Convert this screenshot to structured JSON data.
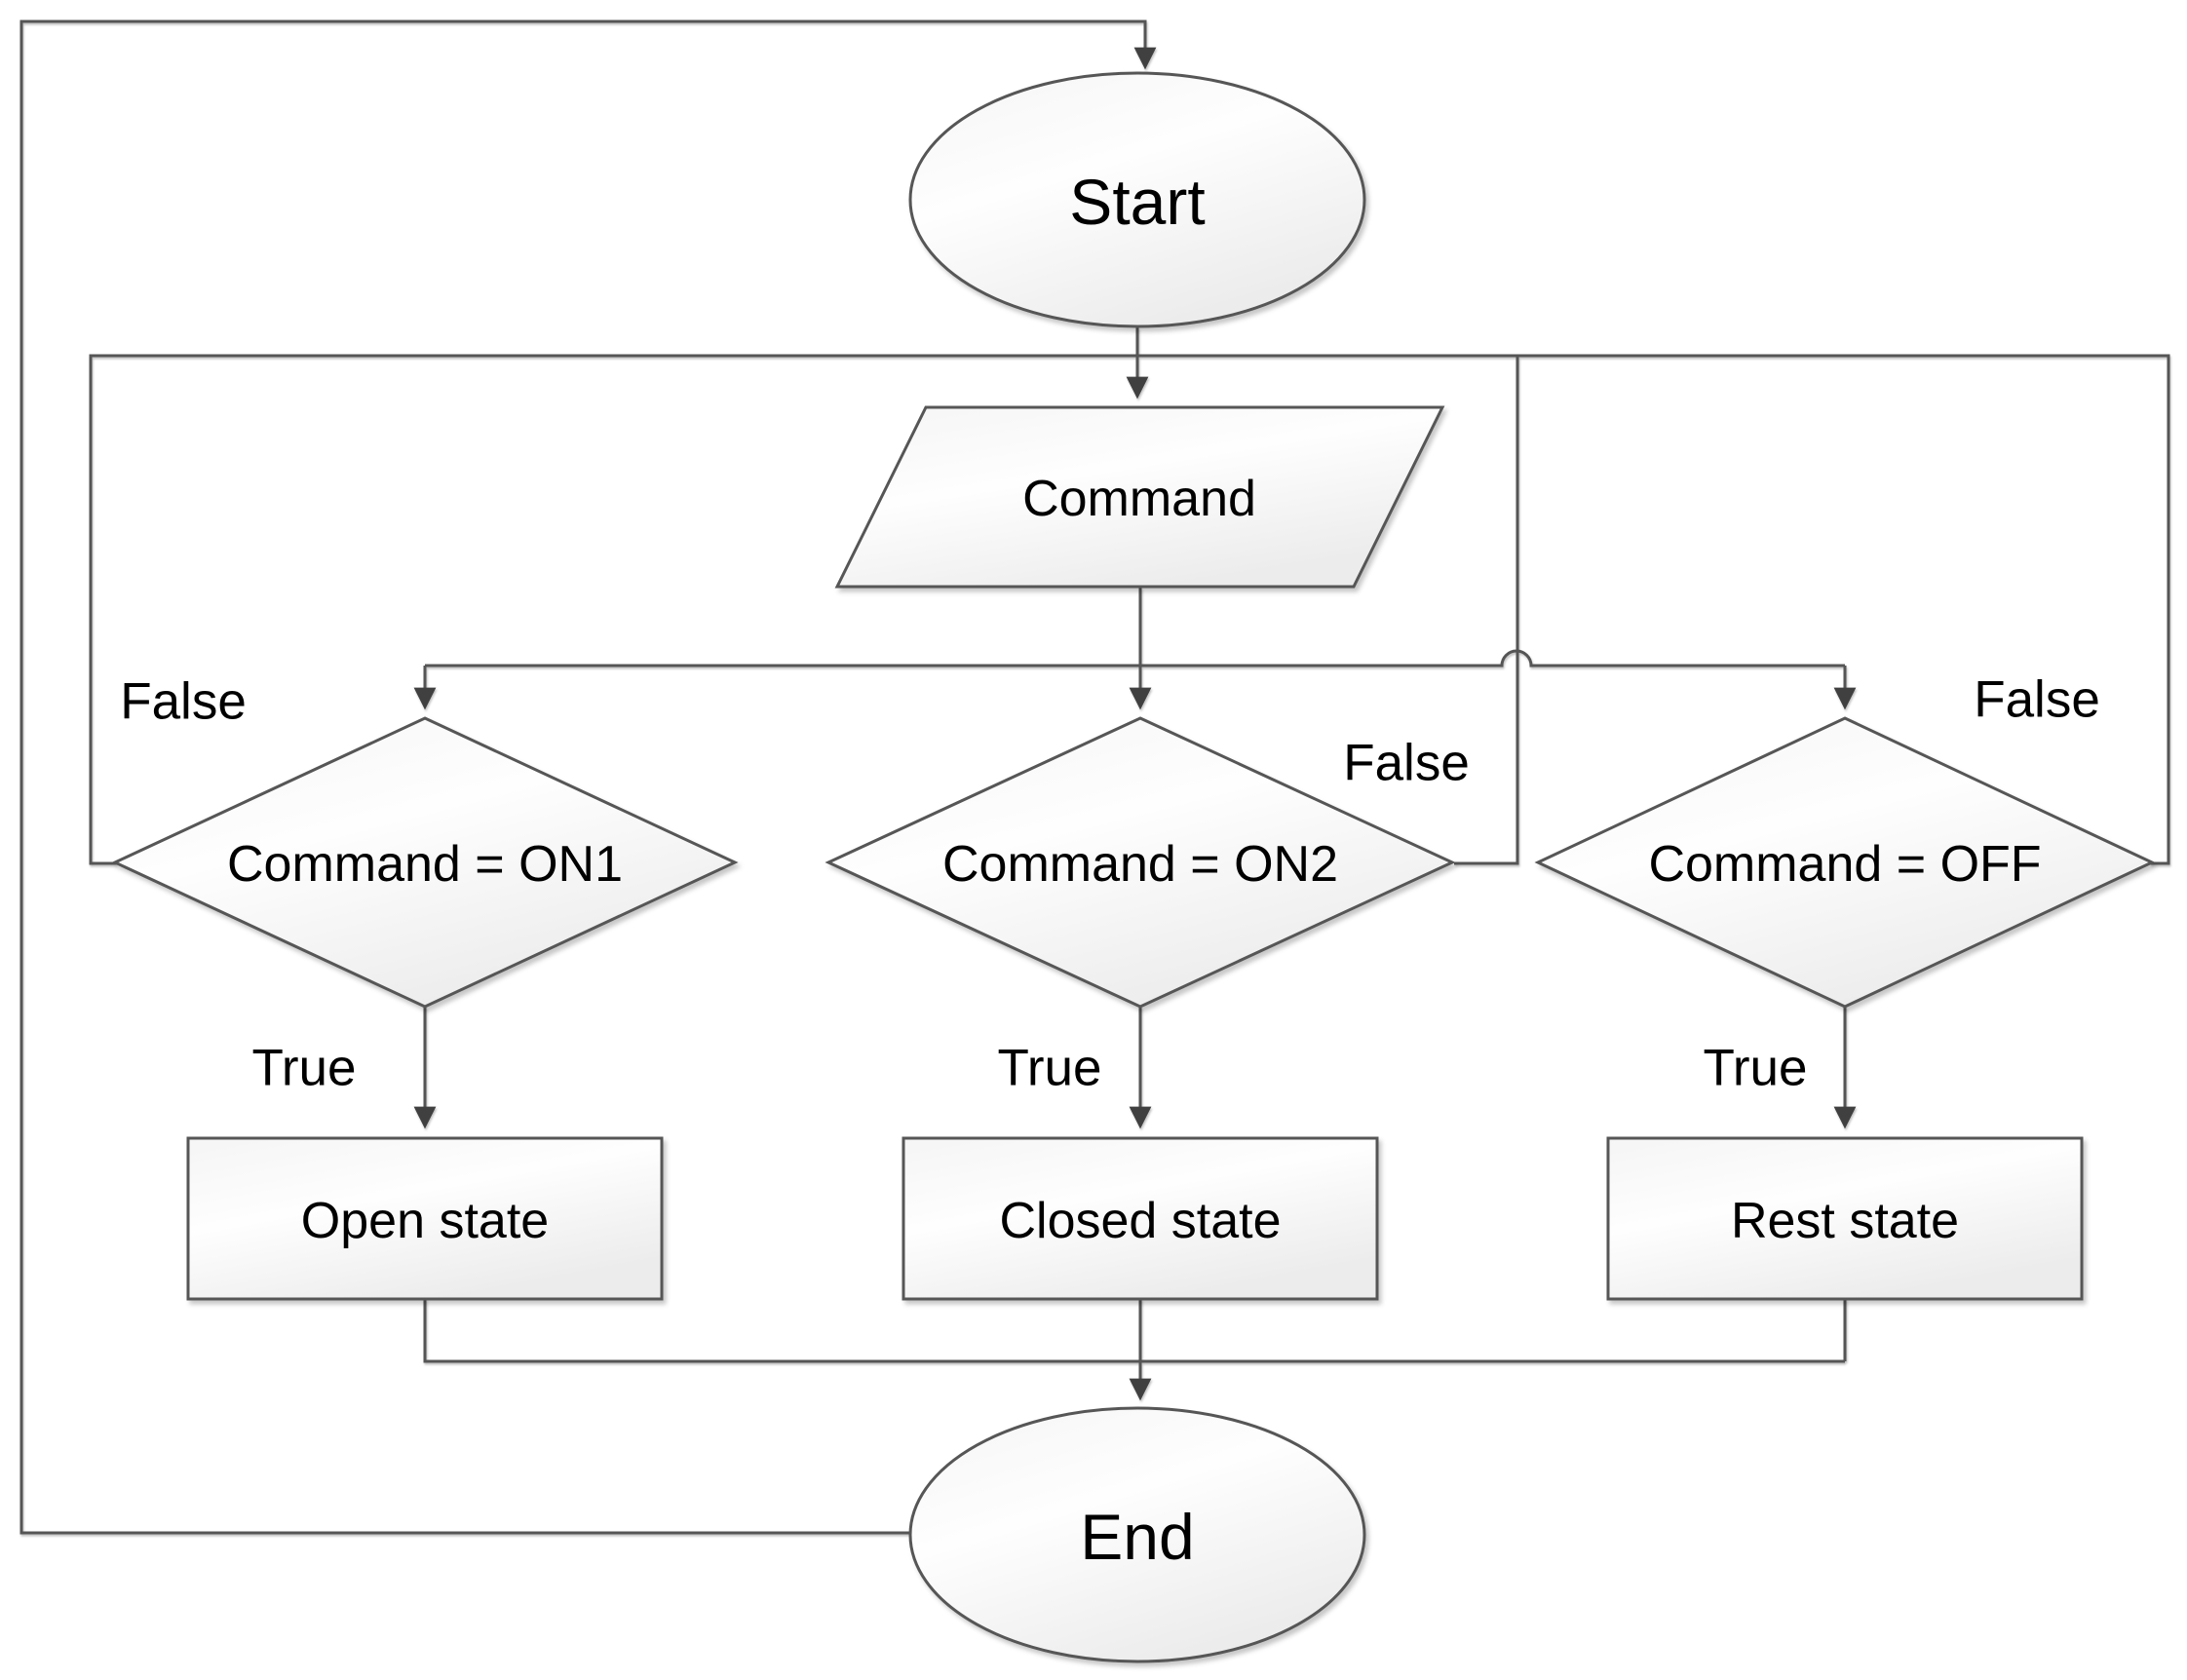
{
  "diagram": {
    "type": "flowchart",
    "background": "#ffffff",
    "colors": {
      "connector": "#545454",
      "shape_border": "#575757",
      "shape_fill_light": "#fefefe",
      "shape_fill_dark": "#ececec",
      "arrowhead": "#3f3f3f",
      "text": "#000000"
    },
    "nodes": [
      {
        "id": "start",
        "type": "terminator",
        "label": "Start"
      },
      {
        "id": "command",
        "type": "input",
        "label": "Command"
      },
      {
        "id": "check-on1",
        "type": "decision",
        "label": "Command = ON1"
      },
      {
        "id": "check-on2",
        "type": "decision",
        "label": "Command = ON2"
      },
      {
        "id": "check-off",
        "type": "decision",
        "label": "Command = OFF"
      },
      {
        "id": "open-state",
        "type": "process",
        "label": "Open state"
      },
      {
        "id": "closed-state",
        "type": "process",
        "label": "Closed state"
      },
      {
        "id": "rest-state",
        "type": "process",
        "label": "Rest state"
      },
      {
        "id": "end",
        "type": "terminator",
        "label": "End"
      }
    ],
    "edge_labels": [
      {
        "id": "on1-false",
        "text": "False"
      },
      {
        "id": "on2-false",
        "text": "False"
      },
      {
        "id": "off-false",
        "text": "False"
      },
      {
        "id": "on1-true",
        "text": "True"
      },
      {
        "id": "on2-true",
        "text": "True"
      },
      {
        "id": "off-true",
        "text": "True"
      }
    ]
  }
}
